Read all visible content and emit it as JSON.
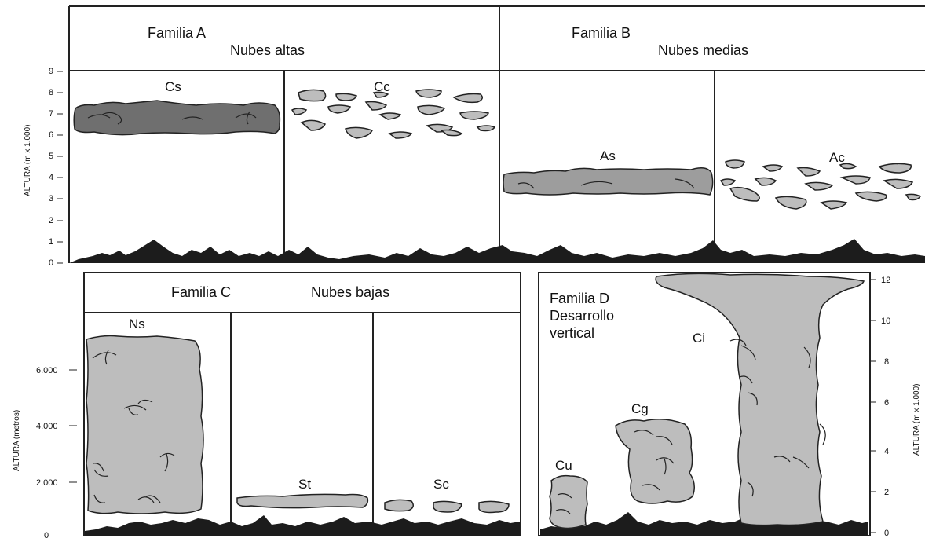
{
  "top": {
    "family_a": {
      "title": "Familia A",
      "subtitle": "Nubes altas"
    },
    "family_b": {
      "title": "Familia B",
      "subtitle": "Nubes medias"
    },
    "y_axis_label": "ALTURA (m x 1.000)",
    "y_ticks": [
      "0",
      "1",
      "2",
      "3",
      "4",
      "5",
      "6",
      "7",
      "8",
      "9"
    ],
    "clouds": {
      "cs": "Cs",
      "cc": "Cc",
      "as": "As",
      "ac": "Ac"
    }
  },
  "bottom_left": {
    "title": "Familia C",
    "subtitle": "Nubes bajas",
    "y_axis_label": "ALTURA (metros)",
    "y_ticks": [
      "0",
      "2.000",
      "4.000",
      "6.000"
    ],
    "clouds": {
      "ns": "Ns",
      "st": "St",
      "sc": "Sc"
    }
  },
  "bottom_right": {
    "title_lines": [
      "Familia D",
      "Desarrollo",
      "vertical"
    ],
    "y_axis_label": "ALTURA (m x 1.000)",
    "y_ticks": [
      "0",
      "2",
      "4",
      "6",
      "8",
      "10",
      "12"
    ],
    "clouds": {
      "cu": "Cu",
      "cg": "Cg",
      "ci": "Ci"
    }
  }
}
